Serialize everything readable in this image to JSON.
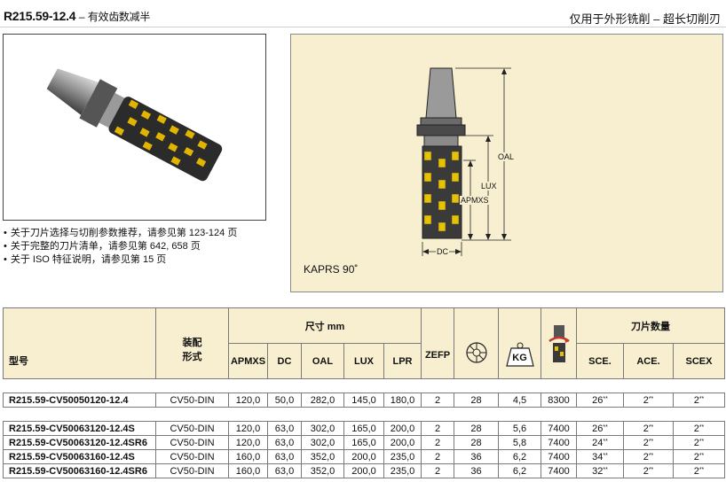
{
  "header": {
    "code": "R215.59-12.4",
    "dash": "–",
    "subtitle": "有效齿数减半",
    "right_title": "仅用于外形铣削 – 超长切削刃"
  },
  "notes": [
    "关于刀片选择与切削参数推荐，请参见第 123-124 页",
    "关于完整的刀片清单，请参见第 642, 658 页",
    "关于 ISO 特征说明，请参见第 15 页"
  ],
  "drawing": {
    "kaprs": "KAPRS 90˚",
    "labels": {
      "oal": "OAL",
      "lux": "LUX",
      "apmxs": "APMXS",
      "dc": "DC"
    },
    "colors": {
      "background": "#f7efcf",
      "insert": "#e8c100",
      "body": "#3a3a3a"
    }
  },
  "table": {
    "headers": {
      "model": "型号",
      "mount": "装配\n形式",
      "dims_group": "尺寸 mm",
      "apmxs": "APMXS",
      "dc": "DC",
      "oal": "OAL",
      "lux": "LUX",
      "lpr": "LPR",
      "zefp": "ZEFP",
      "kg": "KG",
      "inserts_group": "刀片数量",
      "sce": "SCE.",
      "ace": "ACE.",
      "scex": "SCEX"
    },
    "rows": [
      {
        "model": "R215.59-CV50050120-12.4",
        "mount": "CV50-DIN",
        "apmxs": "120,0",
        "dc": "50,0",
        "oal": "282,0",
        "lux": "145,0",
        "lpr": "180,0",
        "zefp": "2",
        "teeth": "28",
        "kg": "4,5",
        "rpm": "8300",
        "sce": "26",
        "ace": "2",
        "scex": "2",
        "mark": "**"
      },
      {
        "model": "R215.59-CV50063120-12.4S",
        "mount": "CV50-DIN",
        "apmxs": "120,0",
        "dc": "63,0",
        "oal": "302,0",
        "lux": "165,0",
        "lpr": "200,0",
        "zefp": "2",
        "teeth": "28",
        "kg": "5,6",
        "rpm": "7400",
        "sce": "26",
        "ace": "2",
        "scex": "2",
        "mark": "**"
      },
      {
        "model": "R215.59-CV50063120-12.4SR6",
        "mount": "CV50-DIN",
        "apmxs": "120,0",
        "dc": "63,0",
        "oal": "302,0",
        "lux": "165,0",
        "lpr": "200,0",
        "zefp": "2",
        "teeth": "28",
        "kg": "5,8",
        "rpm": "7400",
        "sce": "24",
        "ace": "2",
        "scex": "2",
        "mark": "**"
      },
      {
        "model": "R215.59-CV50063160-12.4S",
        "mount": "CV50-DIN",
        "apmxs": "160,0",
        "dc": "63,0",
        "oal": "352,0",
        "lux": "200,0",
        "lpr": "235,0",
        "zefp": "2",
        "teeth": "36",
        "kg": "6,2",
        "rpm": "7400",
        "sce": "34",
        "ace": "2",
        "scex": "2",
        "mark": "**"
      },
      {
        "model": "R215.59-CV50063160-12.4SR6",
        "mount": "CV50-DIN",
        "apmxs": "160,0",
        "dc": "63,0",
        "oal": "352,0",
        "lux": "200,0",
        "lpr": "235,0",
        "zefp": "2",
        "teeth": "36",
        "kg": "6,2",
        "rpm": "7400",
        "sce": "32",
        "ace": "2",
        "scex": "2",
        "mark": "**"
      }
    ]
  }
}
